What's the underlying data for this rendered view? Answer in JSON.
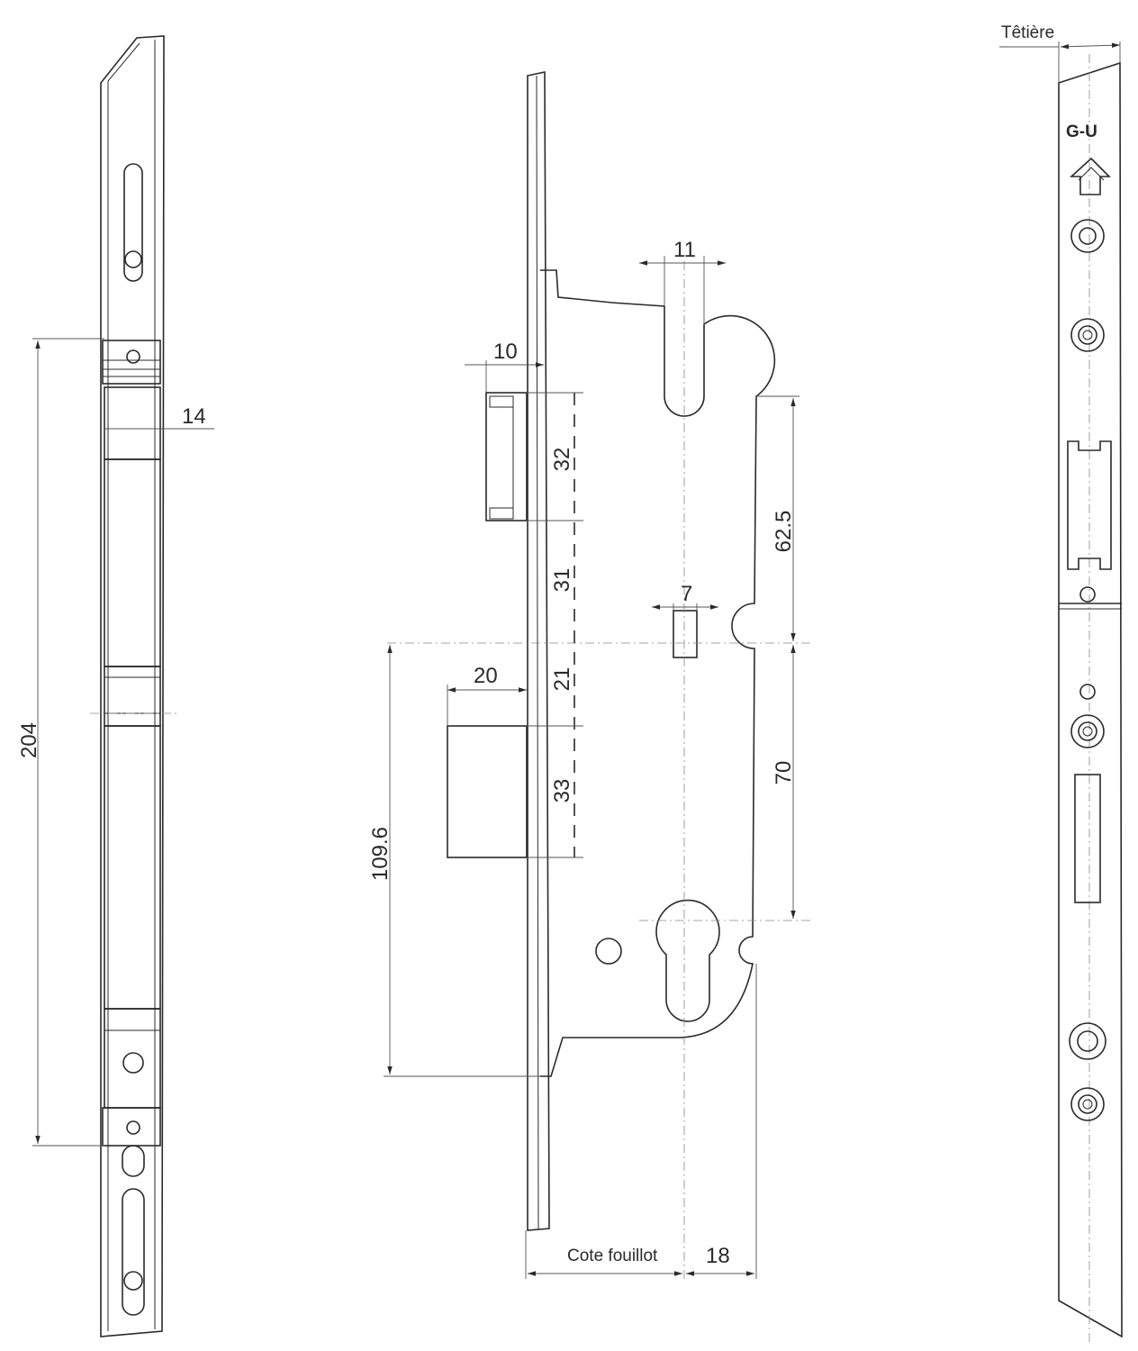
{
  "dimensions": {
    "side_total": "204",
    "side_width": "14",
    "backset_gap": "10",
    "bolt_spacing_top": "32",
    "bolt_spacing_31": "31",
    "latch_width": "20",
    "bolt_spacing_21": "21",
    "bolt_spacing_33": "33",
    "lower_height": "109.6",
    "follower_width": "11",
    "square_width": "7",
    "upper_right": "62.5",
    "lower_right": "70",
    "right_offset": "18"
  },
  "labels": {
    "cote_fouillot": "Cote fouillot",
    "tetiere": "Têtière",
    "logo_text": "G-U"
  }
}
